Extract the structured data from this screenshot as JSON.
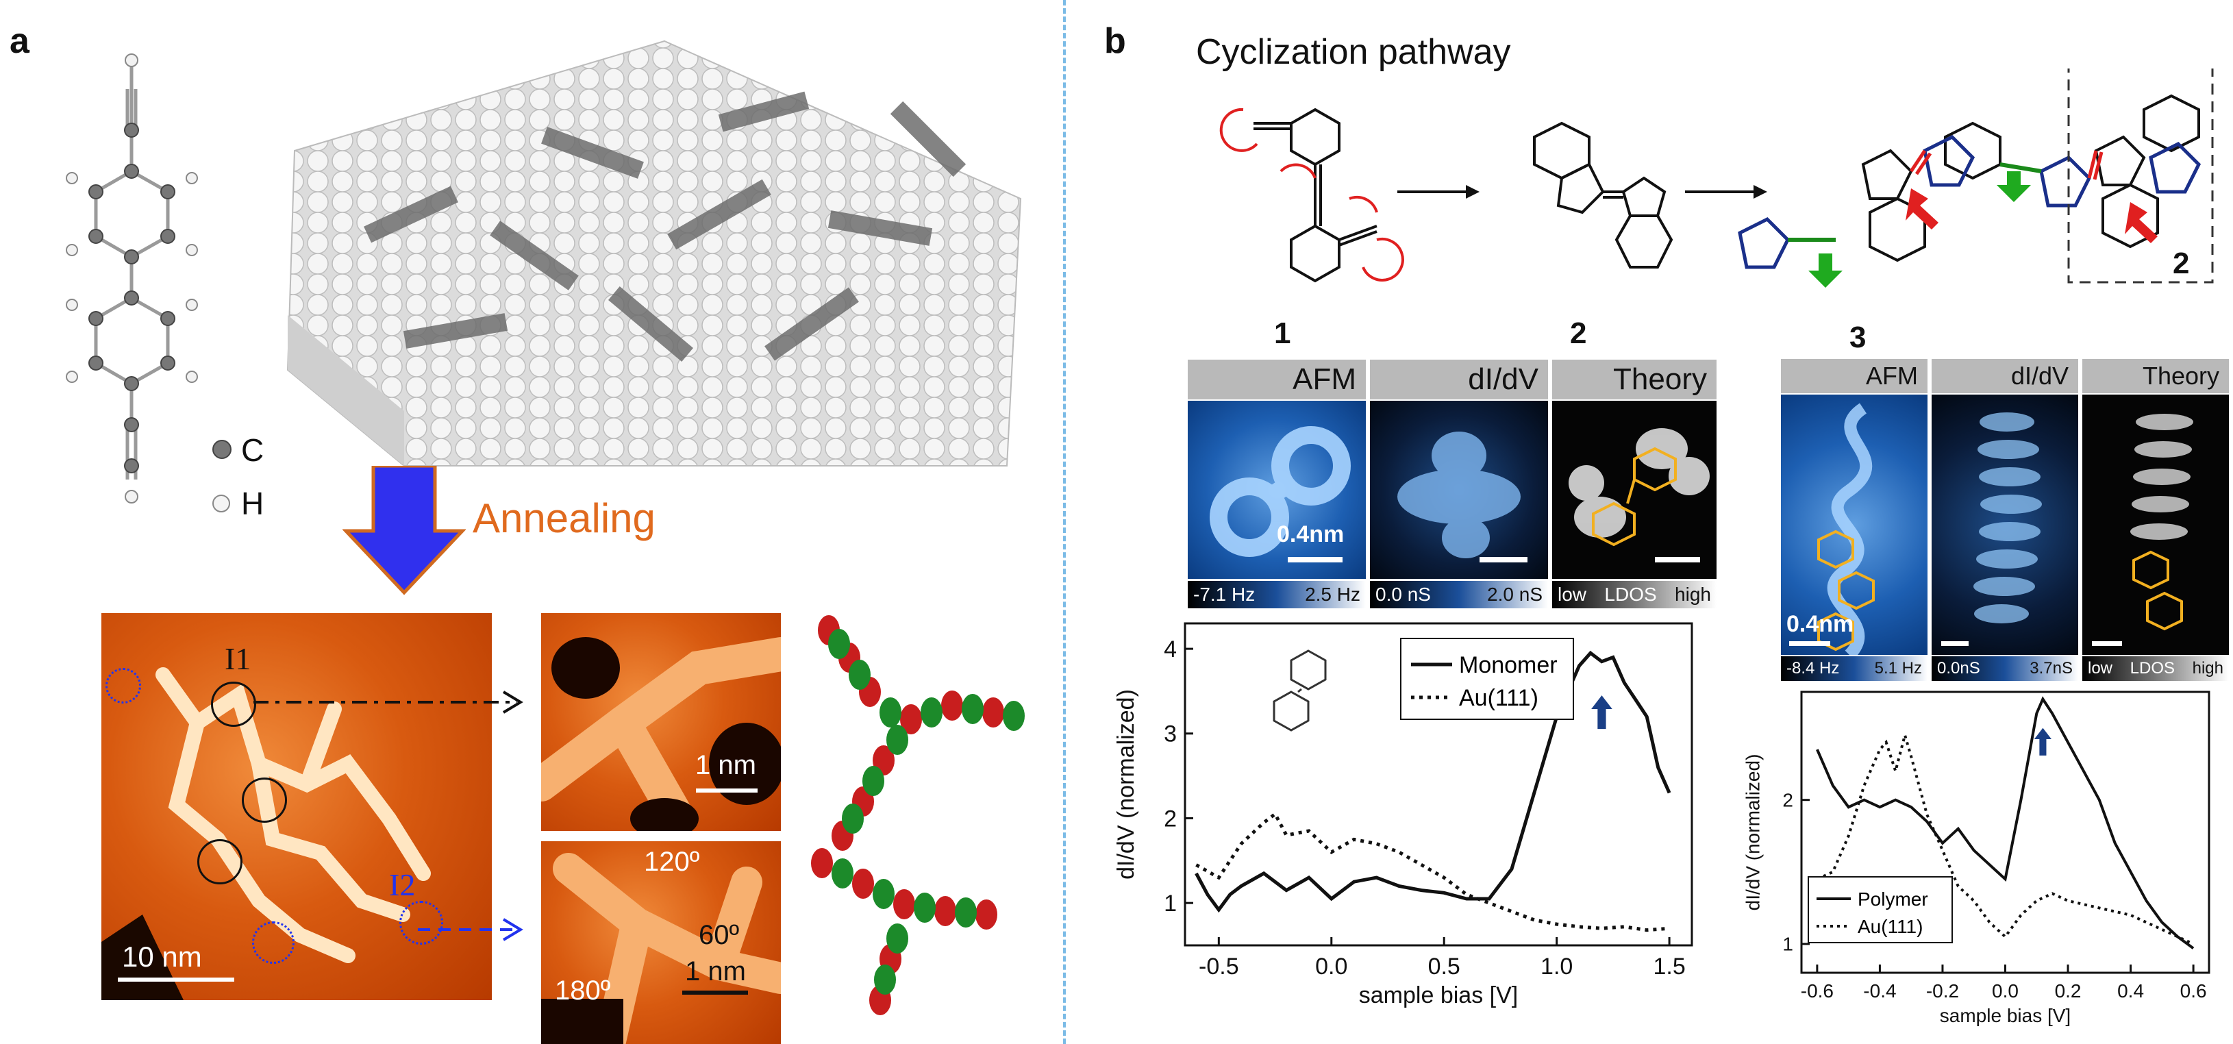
{
  "panel_a": {
    "letter": "a",
    "legend_c": "C",
    "legend_h": "H",
    "annealing": "Annealing",
    "stm_main": {
      "label_i1": "I1",
      "label_i2": "I2",
      "scale": "10 nm"
    },
    "stm_top": {
      "scale": "1 nm"
    },
    "stm_bottom": {
      "angle1": "120º",
      "angle2": "180º",
      "angle3": "60º",
      "scale": "1 nm"
    }
  },
  "panel_b": {
    "letter": "b",
    "title": "Cyclization pathway",
    "compounds": [
      "1",
      "2",
      "3"
    ],
    "box_label": "2",
    "left_images": {
      "headers": [
        "AFM",
        "dI/dV",
        "Theory"
      ],
      "scale": "0.4nm",
      "cbar_afm": [
        "-7.1 Hz",
        "2.5 Hz"
      ],
      "cbar_didv": [
        "0.0 nS",
        "2.0 nS"
      ],
      "cbar_theory": [
        "low",
        "LDOS",
        "high"
      ]
    },
    "right_images": {
      "headers": [
        "AFM",
        "dI/dV",
        "Theory"
      ],
      "scale": "0.4nm",
      "cbar_afm": [
        "-8.4 Hz",
        "5.1 Hz"
      ],
      "cbar_didv": [
        "0.0nS",
        "3.7nS"
      ],
      "cbar_theory": [
        "low",
        "LDOS",
        "high"
      ]
    }
  },
  "chart_data": [
    {
      "type": "line",
      "xlabel": "sample bias [V]",
      "ylabel": "dI/dV (normalized)",
      "xlim": [
        -0.65,
        1.6
      ],
      "ylim": [
        0.5,
        4.3
      ],
      "xticks": [
        "-0.5",
        "0.0",
        "0.5",
        "1.0",
        "1.5"
      ],
      "yticks": [
        "1",
        "2",
        "3",
        "4"
      ],
      "legend": "top-center",
      "series": [
        {
          "name": "Monomer",
          "style": "solid",
          "x": [
            -0.6,
            -0.55,
            -0.5,
            -0.45,
            -0.4,
            -0.3,
            -0.2,
            -0.1,
            0.0,
            0.1,
            0.2,
            0.3,
            0.4,
            0.5,
            0.6,
            0.7,
            0.8,
            0.9,
            1.0,
            1.1,
            1.15,
            1.2,
            1.25,
            1.3,
            1.35,
            1.4,
            1.45,
            1.5
          ],
          "y": [
            1.35,
            1.1,
            0.92,
            1.1,
            1.2,
            1.35,
            1.15,
            1.3,
            1.05,
            1.25,
            1.3,
            1.2,
            1.15,
            1.12,
            1.05,
            1.05,
            1.4,
            2.3,
            3.2,
            3.8,
            3.95,
            3.85,
            3.9,
            3.6,
            3.4,
            3.2,
            2.6,
            2.3
          ]
        },
        {
          "name": "Au(111)",
          "style": "dotted",
          "x": [
            -0.6,
            -0.5,
            -0.4,
            -0.3,
            -0.25,
            -0.2,
            -0.1,
            0.0,
            0.1,
            0.2,
            0.3,
            0.4,
            0.5,
            0.6,
            0.7,
            0.8,
            0.9,
            1.0,
            1.1,
            1.2,
            1.3,
            1.4,
            1.5
          ],
          "y": [
            1.45,
            1.3,
            1.7,
            1.95,
            2.05,
            1.8,
            1.85,
            1.6,
            1.75,
            1.7,
            1.6,
            1.45,
            1.3,
            1.1,
            1.0,
            0.9,
            0.8,
            0.75,
            0.72,
            0.7,
            0.72,
            0.68,
            0.7
          ]
        }
      ]
    },
    {
      "type": "line",
      "xlabel": "sample bias [V]",
      "ylabel": "dI/dV (normalized)",
      "xlim": [
        -0.65,
        0.65
      ],
      "ylim": [
        0.8,
        2.75
      ],
      "xticks": [
        "-0.6",
        "-0.4",
        "-0.2",
        "0.0",
        "0.2",
        "0.4",
        "0.6"
      ],
      "yticks": [
        "1",
        "2"
      ],
      "legend": "bottom-left",
      "series": [
        {
          "name": "Polymer",
          "style": "solid",
          "x": [
            -0.6,
            -0.55,
            -0.5,
            -0.45,
            -0.4,
            -0.35,
            -0.3,
            -0.25,
            -0.2,
            -0.15,
            -0.1,
            -0.05,
            0.0,
            0.05,
            0.1,
            0.12,
            0.15,
            0.2,
            0.25,
            0.3,
            0.35,
            0.4,
            0.45,
            0.5,
            0.55,
            0.6
          ],
          "y": [
            2.35,
            2.1,
            1.95,
            2.0,
            1.95,
            2.0,
            1.95,
            1.85,
            1.7,
            1.8,
            1.65,
            1.55,
            1.45,
            2.0,
            2.6,
            2.7,
            2.6,
            2.4,
            2.2,
            2.0,
            1.7,
            1.5,
            1.3,
            1.15,
            1.05,
            0.97
          ]
        },
        {
          "name": "Au(111)",
          "style": "dotted",
          "x": [
            -0.6,
            -0.55,
            -0.5,
            -0.45,
            -0.4,
            -0.38,
            -0.35,
            -0.32,
            -0.3,
            -0.25,
            -0.2,
            -0.15,
            -0.1,
            -0.05,
            0.0,
            0.05,
            0.1,
            0.15,
            0.2,
            0.3,
            0.4,
            0.5,
            0.6
          ],
          "y": [
            1.45,
            1.5,
            1.75,
            2.1,
            2.35,
            2.4,
            2.2,
            2.45,
            2.3,
            1.9,
            1.65,
            1.4,
            1.3,
            1.15,
            1.05,
            1.2,
            1.3,
            1.35,
            1.3,
            1.25,
            1.2,
            1.1,
            1.0
          ]
        }
      ]
    }
  ]
}
